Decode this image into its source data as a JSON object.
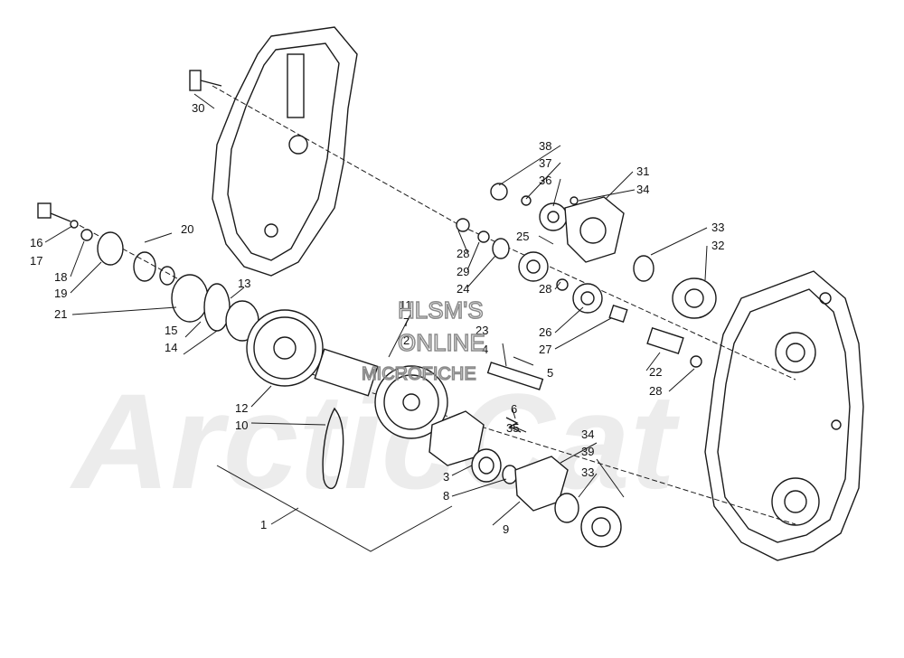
{
  "watermark": {
    "line1": "HLSM'S",
    "line2": "ONLINE",
    "line3": "MICROFICHE",
    "brand": "ArcticCat"
  },
  "callouts": {
    "c1": "1",
    "c2": "2",
    "c3": "3",
    "c4": "4",
    "c5": "5",
    "c6": "6",
    "c7": "7",
    "c8": "8",
    "c9": "9",
    "c10": "10",
    "c11": "11",
    "c12": "12",
    "c13": "13",
    "c14": "14",
    "c15": "15",
    "c16": "16",
    "c17": "17",
    "c18": "18",
    "c19": "19",
    "c20": "20",
    "c21": "21",
    "c22": "22",
    "c23": "23",
    "c24": "24",
    "c25": "25",
    "c26": "26",
    "c27": "27",
    "c28a": "28",
    "c28b": "28",
    "c28c": "28",
    "c29": "29",
    "c30": "30",
    "c31": "31",
    "c32": "32",
    "c33a": "33",
    "c33b": "33",
    "c34a": "34",
    "c34b": "34",
    "c35": "35",
    "c36": "36",
    "c37": "37",
    "c38": "38",
    "c39": "39"
  },
  "colors": {
    "line": "#1a1a1a",
    "watermark": "#8a8a8a",
    "ghost": "#ececec",
    "background": "#ffffff"
  }
}
